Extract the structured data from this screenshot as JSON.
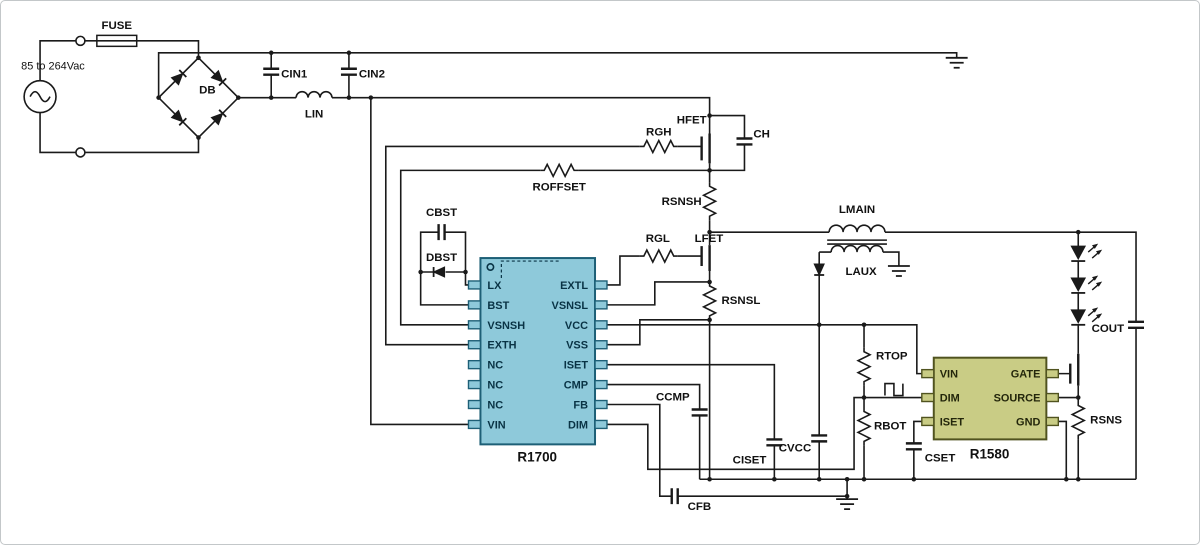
{
  "labels": {
    "fuse": "FUSE",
    "voltage": "85 to 264Vac",
    "db": "DB",
    "cin1": "CIN1",
    "cin2": "CIN2",
    "lin": "LIN",
    "rgh": "RGH",
    "hfet": "HFET",
    "ch": "CH",
    "roffset": "ROFFSET",
    "rsnsh": "RSNSH",
    "cbst": "CBST",
    "dbst": "DBST",
    "rgl": "RGL",
    "lfet": "LFET",
    "rsnsl": "RSNSL",
    "lmain": "LMAIN",
    "laux": "LAUX",
    "ccmp": "CCMP",
    "ciset": "CISET",
    "cvcc": "CVCC",
    "cfb": "CFB",
    "cset": "CSET",
    "rtop": "RTOP",
    "rbot": "RBOT",
    "rsns": "RSNS",
    "cout": "COUT"
  },
  "ic1": {
    "name": "R1700",
    "pins_left": [
      "LX",
      "BST",
      "VSNSH",
      "EXTH",
      "NC",
      "NC",
      "NC",
      "VIN"
    ],
    "pins_right": [
      "EXTL",
      "VSNSL",
      "VCC",
      "VSS",
      "ISET",
      "CMP",
      "FB",
      "DIM"
    ]
  },
  "ic2": {
    "name": "R1580",
    "pins_left": [
      "VIN",
      "DIM",
      "ISET"
    ],
    "pins_right": [
      "GATE",
      "SOURCE",
      "GND"
    ]
  },
  "colors": {
    "ic1_fill": "#8ec9da",
    "ic1_border": "#1d5f76",
    "ic2_fill": "#c9cc85",
    "ic2_border": "#50531f",
    "wire": "#1a1a1a"
  }
}
